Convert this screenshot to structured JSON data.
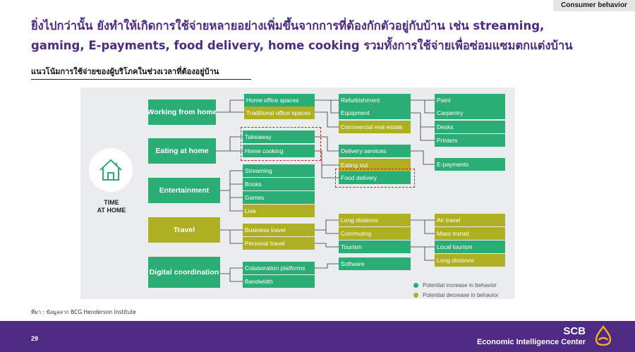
{
  "header": {
    "tag": "Consumer behavior",
    "headline_line1": "ยิ่งไปกว่านั้น ยังทำให้เกิดการใช้จ่ายหลายอย่างเพิ่มขึ้นจากการที่ต้องกักตัวอยู่กับบ้าน เช่น streaming,",
    "headline_line2": "gaming, E-payments, food delivery, home cooking รวมทั้งการใช้จ่ายเพื่อซ่อมแซมตกแต่งบ้าน",
    "subhead": "แนวโน้มการใช้จ่ายของผู้บริโภคในช่วงเวลาที่ต้องอยู่บ้าน"
  },
  "diagram": {
    "center_label_line1": "TIME",
    "center_label_line2": "AT HOME",
    "center_icon": "house-icon",
    "categories": {
      "working": "Working from home",
      "eating": "Eating at home",
      "entertainment": "Entertainment",
      "travel": "Travel",
      "digital": "Digital coordination"
    },
    "level1": {
      "home_office": "Home office spaces",
      "traditional_office": "Traditional office spaces",
      "takeaway": "Takeaway",
      "home_cooking": "Home cooking",
      "streaming": "Streaming",
      "books": "Books",
      "games": "Games",
      "live": "Live",
      "business_travel": "Business travel",
      "personal_travel": "Personal travel",
      "collaboration": "Colaboration platforms",
      "bandwidth": "Bandwidth"
    },
    "level2": {
      "refurbishment": "Refurbishment",
      "equipment": "Equipment",
      "commercial_real_estate": "Commercial real estate",
      "delivery_services": "Delivery services",
      "eating_out": "Eating out",
      "food_delivery": "Food delivery",
      "long_distance": "Long distance",
      "commuting": "Commuting",
      "tourism": "Tourism",
      "software": "Software"
    },
    "level3": {
      "paint": "Paint",
      "carpentry": "Carpentry",
      "desks": "Desks",
      "printers": "Printers",
      "epayments": "E-payments",
      "air_travel": "Air travel",
      "mass_transit": "Mass transit",
      "local_tourism": "Local tourism",
      "long_distance": "Long distance"
    },
    "legend": {
      "increase": "Potential increase in behavior",
      "decrease": "Potential decrease in behavior"
    },
    "colors": {
      "increase": "#2aae75",
      "decrease": "#aeb021",
      "highlight": "#c62828"
    }
  },
  "footer": {
    "source": "ที่มา : ข้อมูลจาก BCG Henderson Institute",
    "page_number": "29",
    "brand": "SCB",
    "brand_sub": "Economic Intelligence Center"
  }
}
